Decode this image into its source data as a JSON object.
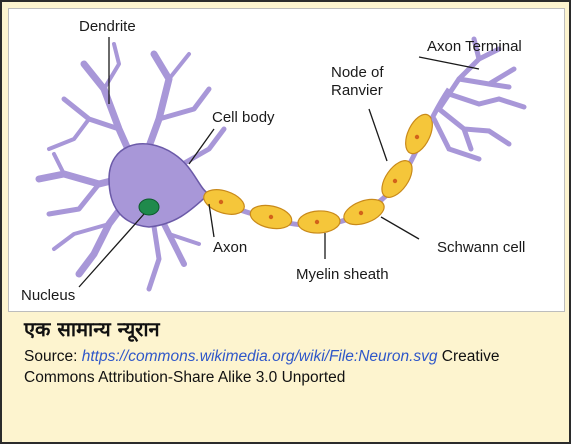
{
  "diagram": {
    "labels": {
      "dendrite": "Dendrite",
      "axon_terminal": "Axon Terminal",
      "node_of_ranvier_line1": "Node of",
      "node_of_ranvier_line2": "Ranvier",
      "cell_body": "Cell body",
      "axon": "Axon",
      "schwann_cell": "Schwann cell",
      "myelin_sheath": "Myelin sheath",
      "nucleus": "Nucleus"
    },
    "colors": {
      "cell": "#a897d8",
      "cell_outline": "#6b5aa8",
      "myelin": "#f5c63a",
      "myelin_outline": "#c98a1a",
      "nucleus": "#1f8a4c",
      "background": "#fdf4cf"
    }
  },
  "caption": {
    "title": "एक सामान्य न्यूरान",
    "source_prefix": "Source: ",
    "source_link": "https://commons.wikimedia.org/wiki/File:Neuron.svg",
    "source_suffix": " Creative Commons Attribution-Share Alike 3.0 Unported"
  }
}
